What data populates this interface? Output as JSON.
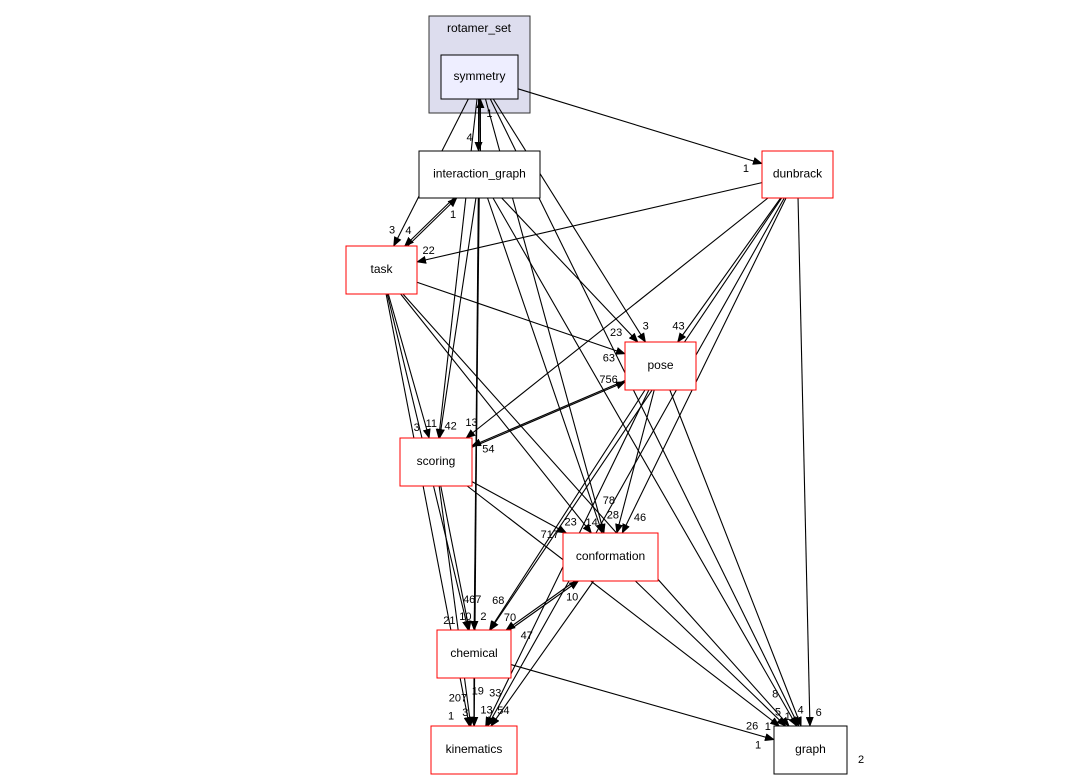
{
  "cluster": {
    "id": "rotamer_set",
    "label": "rotamer_set",
    "fill": "#ddddee"
  },
  "nodes": [
    {
      "id": "symmetry",
      "label": "symmetry",
      "border": "#000000",
      "fill": "#eeeeff"
    },
    {
      "id": "interaction_graph",
      "label": "interaction_graph",
      "border": "#000000",
      "fill": "#ffffff"
    },
    {
      "id": "dunbrack",
      "label": "dunbrack",
      "border": "#ff0000",
      "fill": "#ffffff"
    },
    {
      "id": "task",
      "label": "task",
      "border": "#ff0000",
      "fill": "#ffffff"
    },
    {
      "id": "pose",
      "label": "pose",
      "border": "#ff0000",
      "fill": "#ffffff"
    },
    {
      "id": "scoring",
      "label": "scoring",
      "border": "#ff0000",
      "fill": "#ffffff"
    },
    {
      "id": "conformation",
      "label": "conformation",
      "border": "#ff0000",
      "fill": "#ffffff"
    },
    {
      "id": "chemical",
      "label": "chemical",
      "border": "#ff0000",
      "fill": "#ffffff"
    },
    {
      "id": "kinematics",
      "label": "kinematics",
      "border": "#ff0000",
      "fill": "#ffffff"
    },
    {
      "id": "graph",
      "label": "graph",
      "border": "#000000",
      "fill": "#ffffff"
    }
  ],
  "edges": [
    {
      "from": "symmetry",
      "to": "interaction_graph",
      "label": "4"
    },
    {
      "from": "interaction_graph",
      "to": "symmetry",
      "label": "1"
    },
    {
      "from": "symmetry",
      "to": "dunbrack",
      "label": "1"
    },
    {
      "from": "symmetry",
      "to": "task",
      "label": "3"
    },
    {
      "from": "symmetry",
      "to": "pose",
      "label": "3"
    },
    {
      "from": "symmetry",
      "to": "scoring",
      "label": "11"
    },
    {
      "from": "symmetry",
      "to": "conformation",
      "label": "14"
    },
    {
      "from": "symmetry",
      "to": "chemical",
      "label": "10"
    },
    {
      "from": "symmetry",
      "to": "kinematics",
      "label": "3"
    },
    {
      "from": "symmetry",
      "to": "graph",
      "label": "4"
    },
    {
      "from": "interaction_graph",
      "to": "task",
      "label": "4"
    },
    {
      "from": "task",
      "to": "interaction_graph",
      "label": "1"
    },
    {
      "from": "interaction_graph",
      "to": "scoring",
      "label": "42"
    },
    {
      "from": "interaction_graph",
      "to": "pose",
      "label": "23"
    },
    {
      "from": "interaction_graph",
      "to": "conformation",
      "label": "28"
    },
    {
      "from": "interaction_graph",
      "to": "chemical",
      "label": "2"
    },
    {
      "from": "interaction_graph",
      "to": "graph",
      "label": "5"
    },
    {
      "from": "dunbrack",
      "to": "task",
      "label": "22"
    },
    {
      "from": "dunbrack",
      "to": "pose",
      "label": "43"
    },
    {
      "from": "dunbrack",
      "to": "scoring",
      "label": "13"
    },
    {
      "from": "dunbrack",
      "to": "conformation",
      "label": "46"
    },
    {
      "from": "dunbrack",
      "to": "chemical",
      "label": "70"
    },
    {
      "from": "dunbrack",
      "to": "kinematics",
      "label": "13"
    },
    {
      "from": "dunbrack",
      "to": "graph",
      "label": "6"
    },
    {
      "from": "task",
      "to": "pose",
      "label": "63"
    },
    {
      "from": "task",
      "to": "scoring",
      "label": "3"
    },
    {
      "from": "task",
      "to": "conformation",
      "label": "23"
    },
    {
      "from": "task",
      "to": "chemical",
      "label": "21"
    },
    {
      "from": "task",
      "to": "kinematics",
      "label": "1"
    },
    {
      "from": "task",
      "to": "graph",
      "label": "1"
    },
    {
      "from": "pose",
      "to": "scoring",
      "label": "54"
    },
    {
      "from": "scoring",
      "to": "pose",
      "label": "756"
    },
    {
      "from": "pose",
      "to": "conformation",
      "label": "78"
    },
    {
      "from": "pose",
      "to": "chemical",
      "label": "68"
    },
    {
      "from": "pose",
      "to": "kinematics",
      "label": "54"
    },
    {
      "from": "pose",
      "to": "graph",
      "label": "1"
    },
    {
      "from": "scoring",
      "to": "conformation",
      "label": "717"
    },
    {
      "from": "scoring",
      "to": "chemical",
      "label": "467"
    },
    {
      "from": "scoring",
      "to": "kinematics",
      "label": "207"
    },
    {
      "from": "scoring",
      "to": "graph",
      "label": "26"
    },
    {
      "from": "conformation",
      "to": "chemical",
      "label": "47"
    },
    {
      "from": "chemical",
      "to": "conformation",
      "label": "10"
    },
    {
      "from": "conformation",
      "to": "kinematics",
      "label": "33"
    },
    {
      "from": "conformation",
      "to": "graph",
      "label": "8"
    },
    {
      "from": "chemical",
      "to": "kinematics",
      "label": "19"
    },
    {
      "from": "chemical",
      "to": "graph",
      "label": "1"
    },
    {
      "from": "graph",
      "to": "graph",
      "label": "2"
    }
  ]
}
